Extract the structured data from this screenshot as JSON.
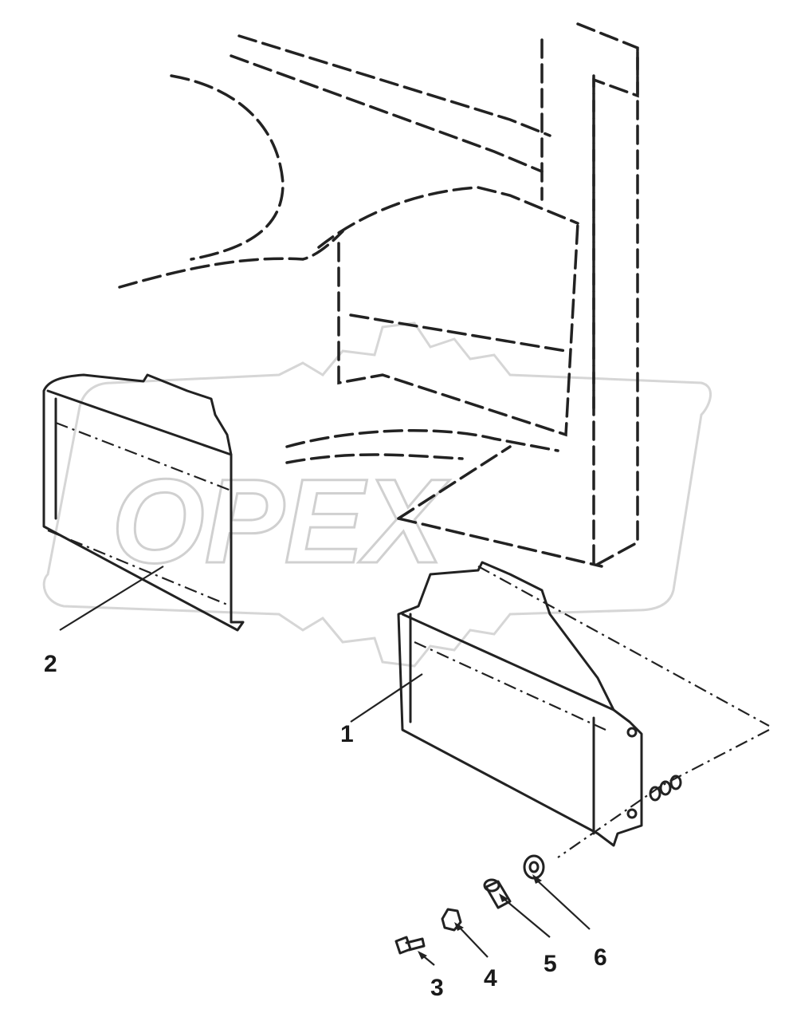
{
  "drawing": {
    "watermark": "OPEX",
    "callouts": [
      {
        "id": "c1",
        "label": "1"
      },
      {
        "id": "c2",
        "label": "2"
      },
      {
        "id": "c3",
        "label": "3"
      },
      {
        "id": "c4",
        "label": "4"
      },
      {
        "id": "c5",
        "label": "5"
      },
      {
        "id": "c6",
        "label": "6"
      }
    ]
  }
}
